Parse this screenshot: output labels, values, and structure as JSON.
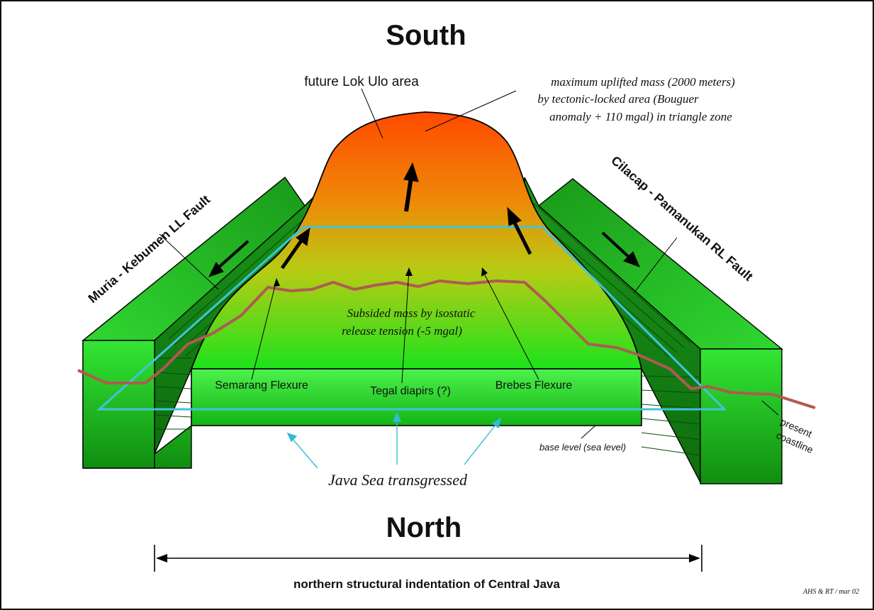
{
  "title_top": "South",
  "title_bottom": "North",
  "caption": "northern structural indentation of Central Java",
  "credit": "AHS & RT / mar 02",
  "labels": {
    "lok_ulo": "future Lok Ulo area",
    "uplift_line1": "maximum uplifted mass (2000 meters)",
    "uplift_line2": "by tectonic-locked area (Bouguer",
    "uplift_line3": "anomaly + 110 mgal)  in triangle zone",
    "left_fault": "Muria - Kebumen LL Fault",
    "right_fault": "Cilacap - Pamanukan RL Fault",
    "subsided_line1": "Subsided mass by isostatic",
    "subsided_line2": "release tension (-5 mgal)",
    "semarang": "Semarang Flexure",
    "tegal": "Tegal diapirs (?)",
    "brebes": "Brebes  Flexure",
    "base_level": "base level (sea level)",
    "coast_line1": "present",
    "coast_line2": "coastline",
    "java_sea": "Java Sea transgressed"
  },
  "colors": {
    "block_green": "#22c022",
    "dome_top": "#ff4a00",
    "dome_bottom": "#1de21d",
    "frame_cyan": "#3fc4dc",
    "coastline": "#b05a52",
    "pointer_cyan": "#35b9d8"
  }
}
